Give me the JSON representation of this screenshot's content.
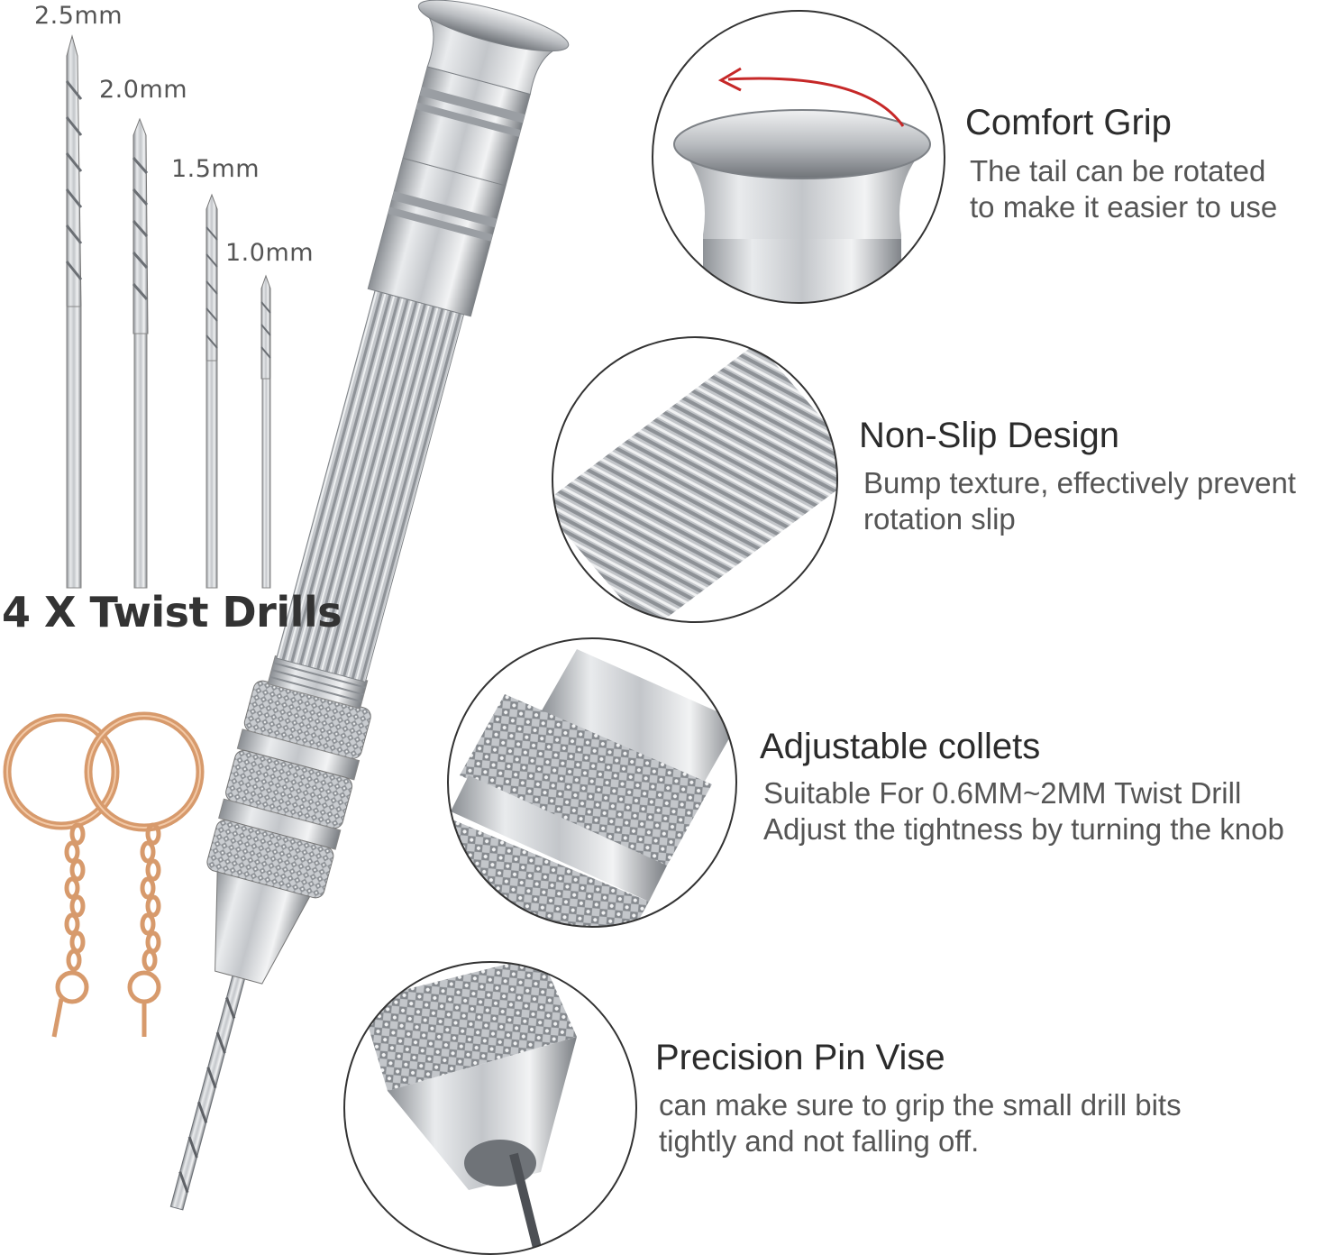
{
  "drill_sizes": [
    "2.5mm",
    "2.0mm",
    "1.5mm",
    "1.0mm"
  ],
  "headline": "4 X Twist Drills",
  "features": [
    {
      "title": "Comfort Grip",
      "lines": [
        "The tail can be rotated",
        "to make it easier to use"
      ]
    },
    {
      "title": "Non-Slip Design",
      "lines": [
        "Bump texture, effectively prevent",
        "rotation slip"
      ]
    },
    {
      "title": "Adjustable collets",
      "lines": [
        "Suitable For 0.6MM~2MM Twist Drill",
        "Adjust the tightness by turning the knob"
      ]
    },
    {
      "title": "Precision Pin Vise",
      "lines": [
        "can make sure to grip the small drill bits",
        "tightly and not falling off."
      ]
    }
  ],
  "colors": {
    "metal_light": "#e6e8ea",
    "metal_mid": "#b3b6ba",
    "metal_dark": "#7d8186",
    "keyring": "#d79a6c",
    "arrow": "#c62828"
  }
}
